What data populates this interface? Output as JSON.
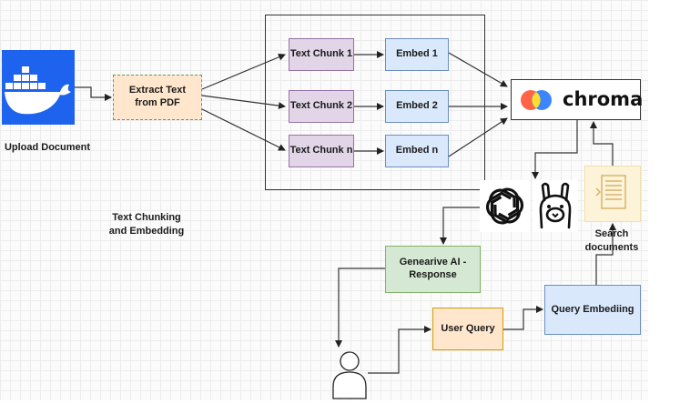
{
  "labels": {
    "upload_document": "Upload Document",
    "extract_text": "Extract Text from PDF",
    "chunk_1": "Text Chunk 1",
    "chunk_2": "Text Chunk 2",
    "chunk_n": "Text Chunk n",
    "embed_1": "Embed 1",
    "embed_2": "Embed 2",
    "embed_n": "Embed n",
    "chroma": "chroma",
    "text_chunking": "Text Chunking and Embedding",
    "generative_ai": "Genearive AI - Response",
    "user_query": "User Query",
    "query_embedding": "Query Embediing",
    "search_documents": "Search documents"
  },
  "icons": {
    "docker": "docker-whale-icon",
    "chroma": "chroma-logo-icon",
    "openai": "openai-logo-icon",
    "ollama": "ollama-llama-icon",
    "search": "document-search-icon",
    "user": "user-icon"
  },
  "colors": {
    "docker_blue": "#1d63ed",
    "chunk_fill": "#e1d5e7",
    "embed_fill": "#dae8fc",
    "extract_fill": "#ffe6cc",
    "genai_fill": "#d5e8d4",
    "chroma_red": "#ff6446",
    "chroma_blue": "#327eff",
    "chroma_yellow": "#ffde2d"
  }
}
